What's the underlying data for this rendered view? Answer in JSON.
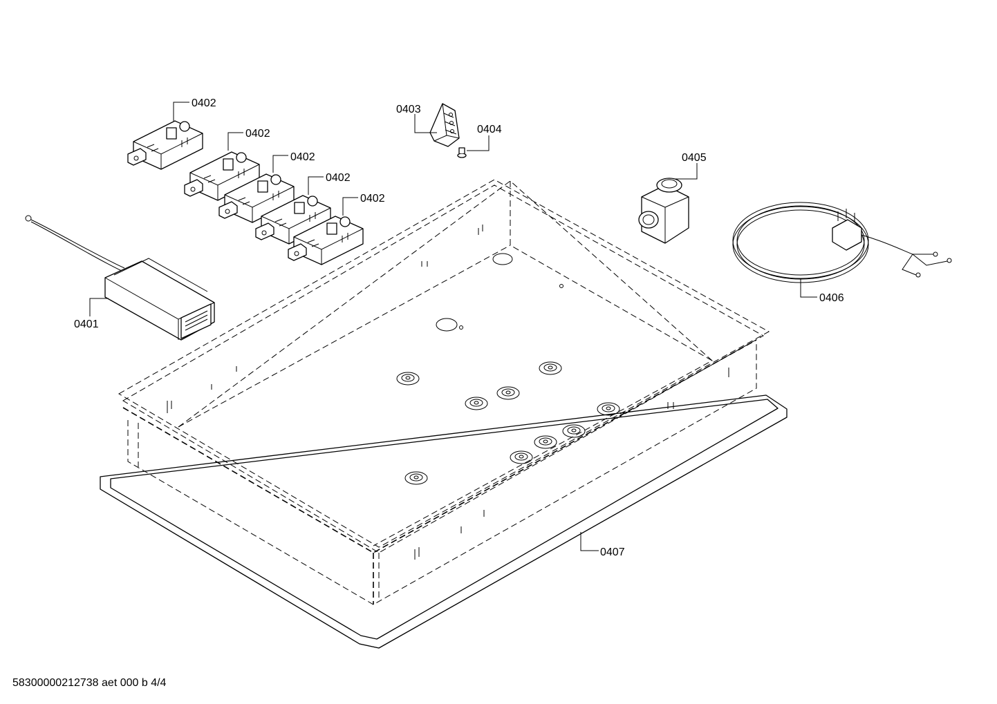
{
  "callouts": {
    "c0401": "0401",
    "c0402a": "0402",
    "c0402b": "0402",
    "c0402c": "0402",
    "c0402d": "0402",
    "c0402e": "0402",
    "c0403": "0403",
    "c0404": "0404",
    "c0405": "0405",
    "c0406": "0406",
    "c0407": "0407"
  },
  "footer": {
    "document_id": "58300000212738 aet 000 b 4/4"
  }
}
